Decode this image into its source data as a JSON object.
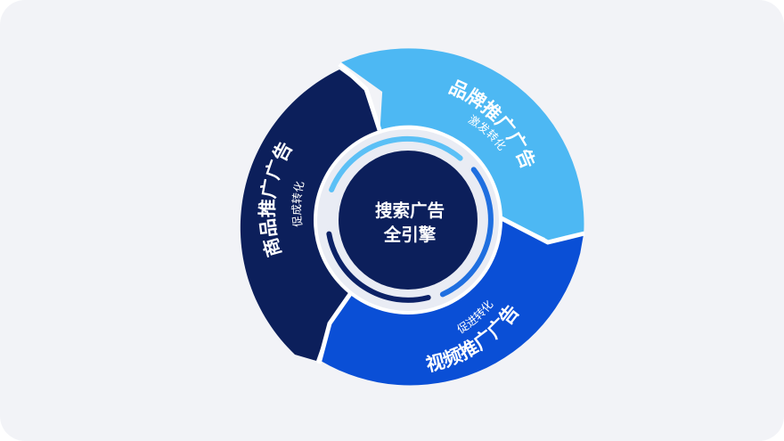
{
  "colors": {
    "background": "#f2f3f7",
    "brand_segment": "#4db8f3",
    "video_segment": "#0a4fd6",
    "product_segment": "#0c1f5b",
    "inner_ring": "#e9ecf4",
    "hub": "#0c1f5b",
    "accent_light": "#5bc0f6",
    "accent_dark": "#0b2166"
  },
  "center": {
    "line1": "搜索广告",
    "line2": "全引擎"
  },
  "segments": {
    "brand": {
      "title": "品牌推广广告",
      "subtitle": "激发转化"
    },
    "video": {
      "title": "视频推广广告",
      "subtitle": "促进转化"
    },
    "product": {
      "title": "商品推广广告",
      "subtitle": "促成转化"
    }
  }
}
